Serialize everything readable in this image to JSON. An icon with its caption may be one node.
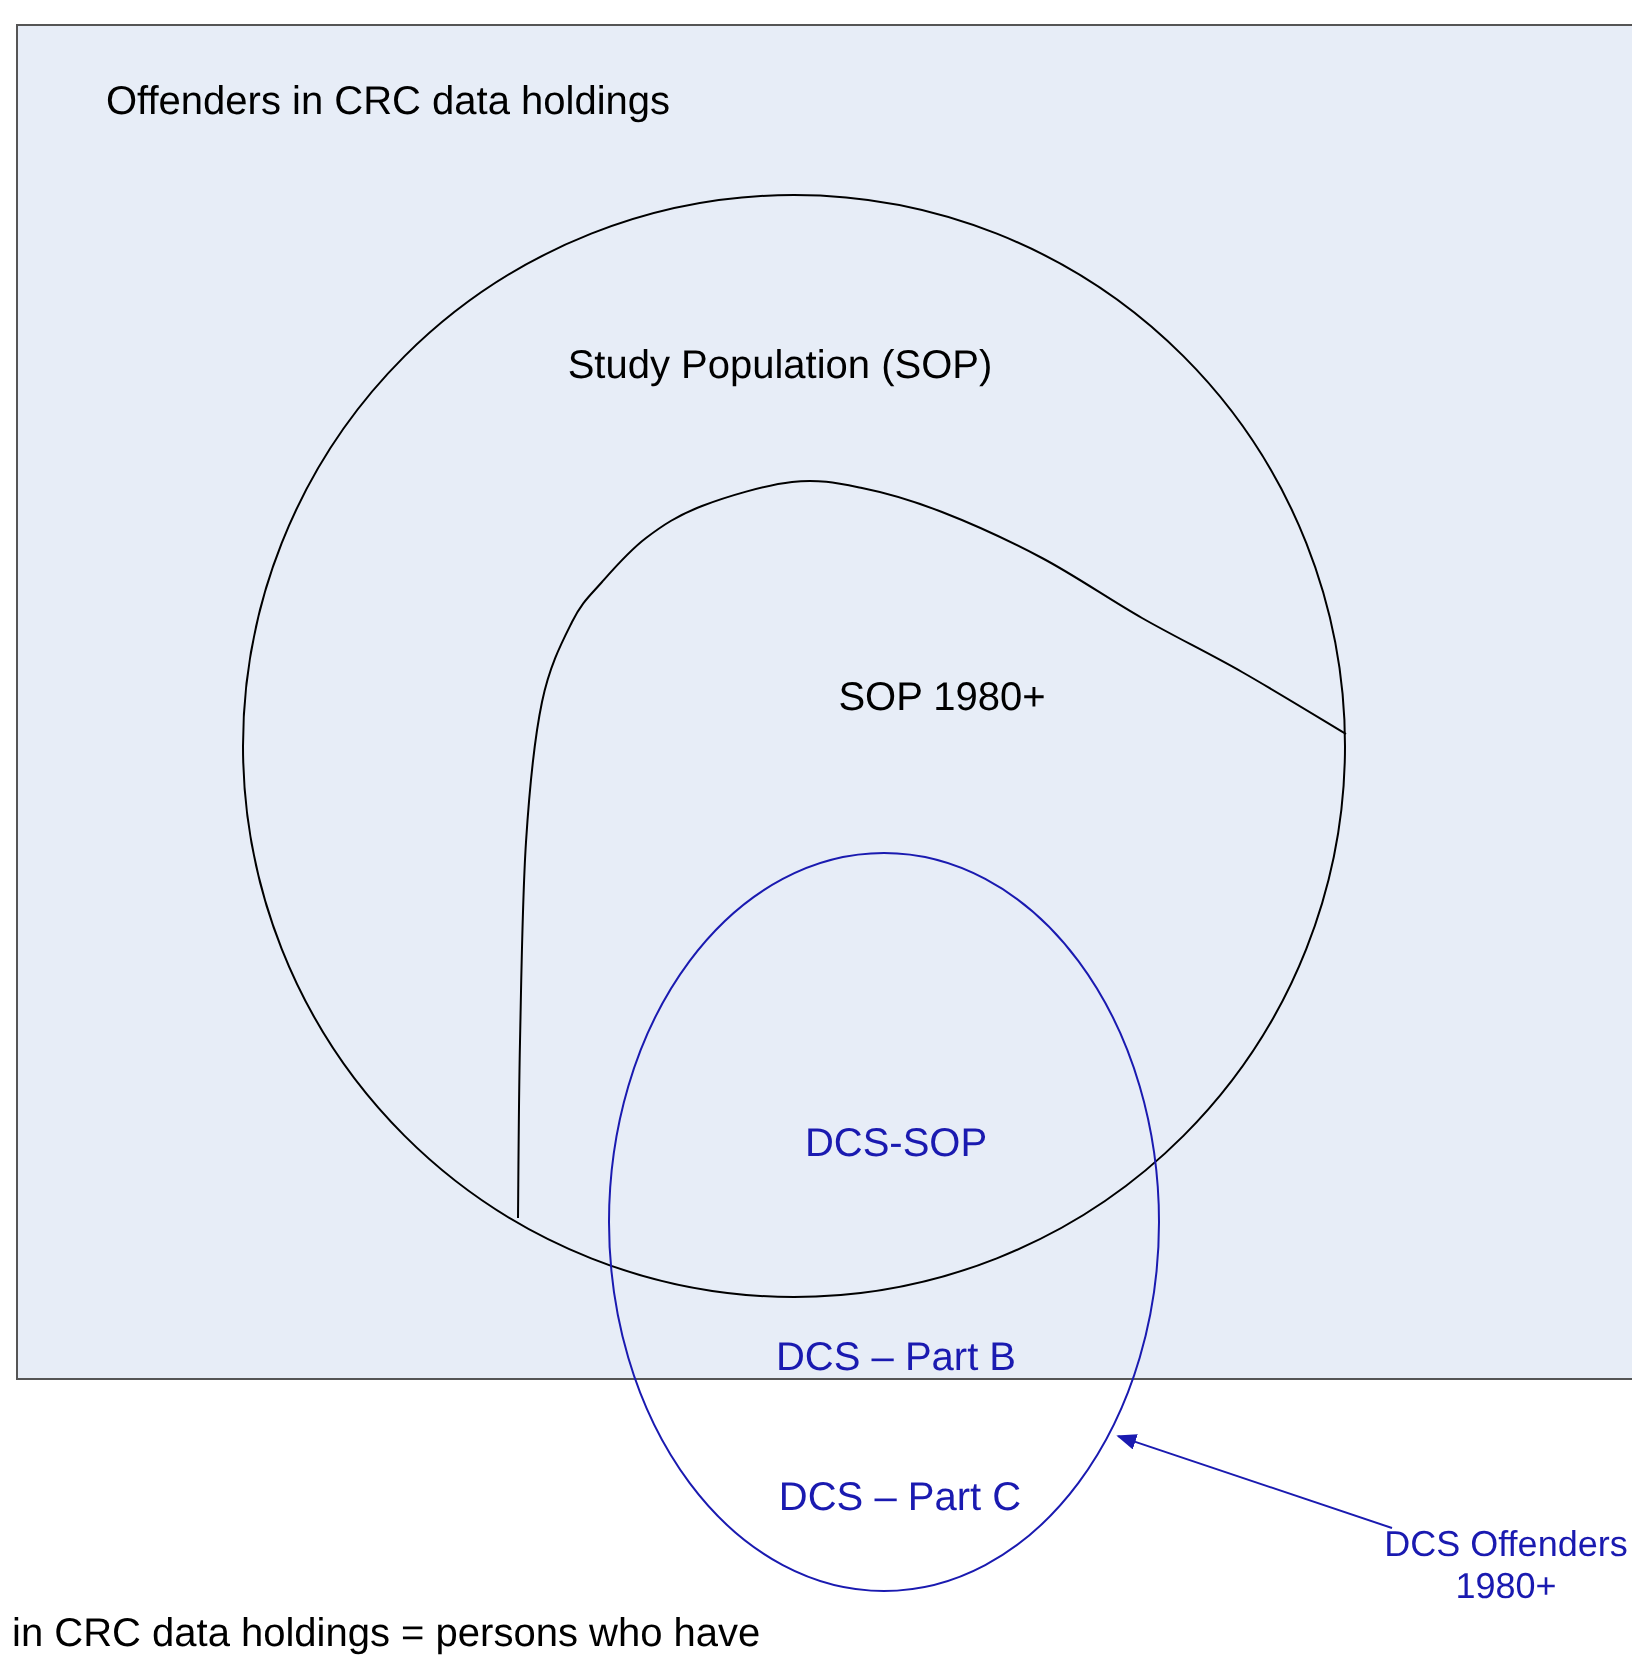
{
  "diagram": {
    "nodes": [
      {
        "text": [
          "Offenders in CRC data holdings"
        ]
      },
      {
        "text": [
          "Study Population (SOP)"
        ],
        "in": 0
      },
      {
        "text": [
          "SOP 1980+"
        ],
        "in": 1
      },
      {
        "text": [
          "DCS-SOP",
          "DCS – Part B",
          "DCS – Part C"
        ]
      },
      {
        "text": [
          "DCS Offenders 1980+"
        ]
      }
    ],
    "edges": [
      {
        "from": 4,
        "to": 3,
        "arrow": "to"
      }
    ],
    "labels": [
      "in CRC data holdings = persons who have"
    ]
  }
}
